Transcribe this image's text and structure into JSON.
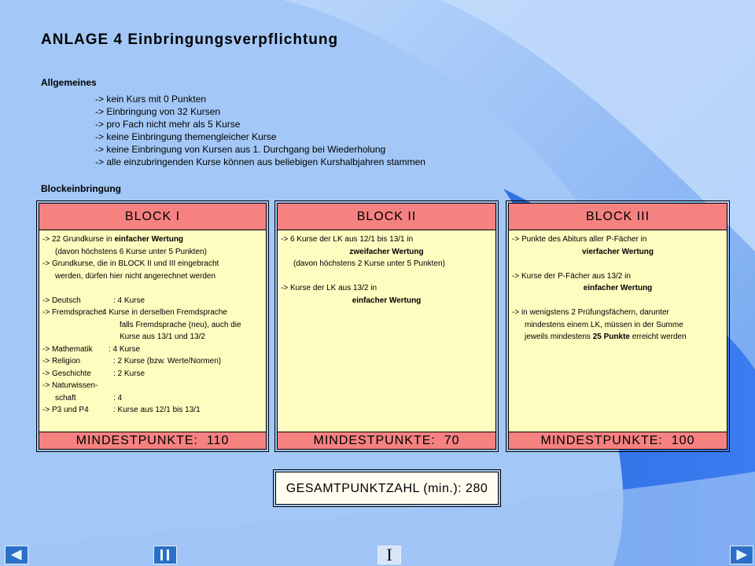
{
  "title": "ANLAGE  4  Einbringungsverpflichtung",
  "general": {
    "heading": "Allgemeines",
    "items": [
      "-> kein Kurs mit 0 Punkten",
      "-> Einbringung von 32 Kursen",
      "-> pro Fach nicht mehr als 5 Kurse",
      "-> keine Einbringung themengleicher Kurse",
      "-> keine Einbringung von Kursen aus 1. Durchgang bei Wiederholung",
      "-> alle einzubringenden Kurse können aus beliebigen Kurshalbjahren stammen"
    ]
  },
  "block_heading": "Blockeinbringung",
  "blocks": [
    {
      "title": "BLOCK  I",
      "min_label": "MINDESTPUNKTE:",
      "min_value": "110",
      "lines": {
        "l1a": "-> 22 Grundkurse in ",
        "l1b": "einfacher Wertung",
        "l2": "(davon höchstens 6 Kurse unter 5 Punkten)",
        "l3": "-> Grundkurse, die in BLOCK II und III eingebracht",
        "l4": "werden, dürfen hier nicht angerechnet werden",
        "deutsch_k": "-> Deutsch",
        "deutsch_v": ": 4 Kurse",
        "fremd_k": "-> Fremdsprache:",
        "fremd_v": "4 Kurse in derselben Fremdsprache",
        "fremd_2": "falls Fremdsprache (neu), auch die",
        "fremd_3": "Kurse aus 13/1 und 13/2",
        "mathe_k": "-> Mathematik",
        "mathe_v": ": 4 Kurse",
        "reli_k": "-> Religion",
        "reli_v": ": 2 Kurse (bzw. Werte/Normen)",
        "gesch_k": "-> Geschichte",
        "gesch_v": ": 2 Kurse",
        "natur_k": "-> Naturwissen-",
        "natur_k2": "schaft",
        "natur_v": ": 4",
        "p3_k": "-> P3 und P4",
        "p3_v": ": Kurse aus 12/1 bis 13/1"
      }
    },
    {
      "title": "BLOCK  II",
      "min_label": "MINDESTPUNKTE:",
      "min_value": "70",
      "lines": {
        "l1": "-> 6 Kurse der LK aus 12/1 bis 13/1 in",
        "l2": "zweifacher Wertung",
        "l3": "(davon höchstens 2 Kurse unter 5 Punkten)",
        "l4": "-> Kurse der LK aus 13/2 in",
        "l5": "einfacher Wertung"
      }
    },
    {
      "title": "BLOCK  III",
      "min_label": "MINDESTPUNKTE:",
      "min_value": "100",
      "lines": {
        "l1": "-> Punkte des Abiturs aller P-Fächer in",
        "l2": "vierfacher Wertung",
        "l3": "-> Kurse der P-Fächer aus 13/2 in",
        "l4": "einfacher Wertung",
        "l5": "-> in wenigstens 2 Prüfungsfächern, darunter",
        "l6": "mindestens einem LK, müssen in der Summe",
        "l7a": "jeweils mindestens ",
        "l7b": "25 Punkte",
        "l7c": " erreicht werden"
      }
    }
  ],
  "total": "GESAMTPUNKTZAHL (min.): 280",
  "nav": {
    "home_label": "I"
  },
  "colors": {
    "background": "#9dc4f7",
    "block_header": "#f58181",
    "block_body": "#fffcc0",
    "nav_button": "#2b70c6"
  }
}
